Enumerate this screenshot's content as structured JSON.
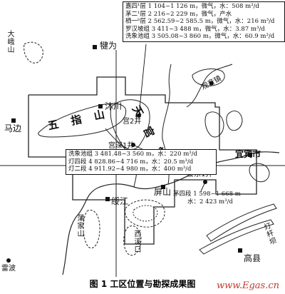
{
  "caption": "图 1    工区位置与勘探成果图",
  "watermark": "www.Egas.cn",
  "places": {
    "dae": "大峨山",
    "jianwei": "犍为",
    "guanyin": "观音镇",
    "muchuan": "沐川",
    "mabian": "马边",
    "wuzhishan": "五指山",
    "tiangongtang": "天宫堂",
    "yibin": "宜宾市",
    "pingshan": "屏山",
    "suijiang": "绥江",
    "pujiashan": "蒲家山",
    "xixichang": "西溪口",
    "gaoxian": "高县",
    "leibo": "雷波",
    "denggan": "灯杆坝",
    "gong2": "宫2井",
    "gongshen1": "宫深1井",
    "loudong1": "楼东1井"
  },
  "results": {
    "top": [
      "嘉四¹层  1 104~1 126 m，微气，水：508 m³/d",
      "茅二¹层  2 216~2 229 m，微气，产水",
      "栖一ᵇ层  2 562.59~2 585.5 m，微气，水：216 m³/d",
      "罗汉坡组  3 411~3 488 m，微气，水：3.87 m³/d",
      "洗象池组  3 505.08~3 860 m，微气，水：60.9 m³/d"
    ],
    "middle": [
      "洗象池组  3 481.48~3 560 m，水：220 m³/d",
      "灯四段  4 828.86~4 716 m，水：20.5 m³/d",
      "灯二段  4 911.92~4 980 m，水：400 m³/d"
    ],
    "bottom": [
      "茅四段  1 598~1 668 m",
      "水：2 423 m³/d"
    ]
  }
}
